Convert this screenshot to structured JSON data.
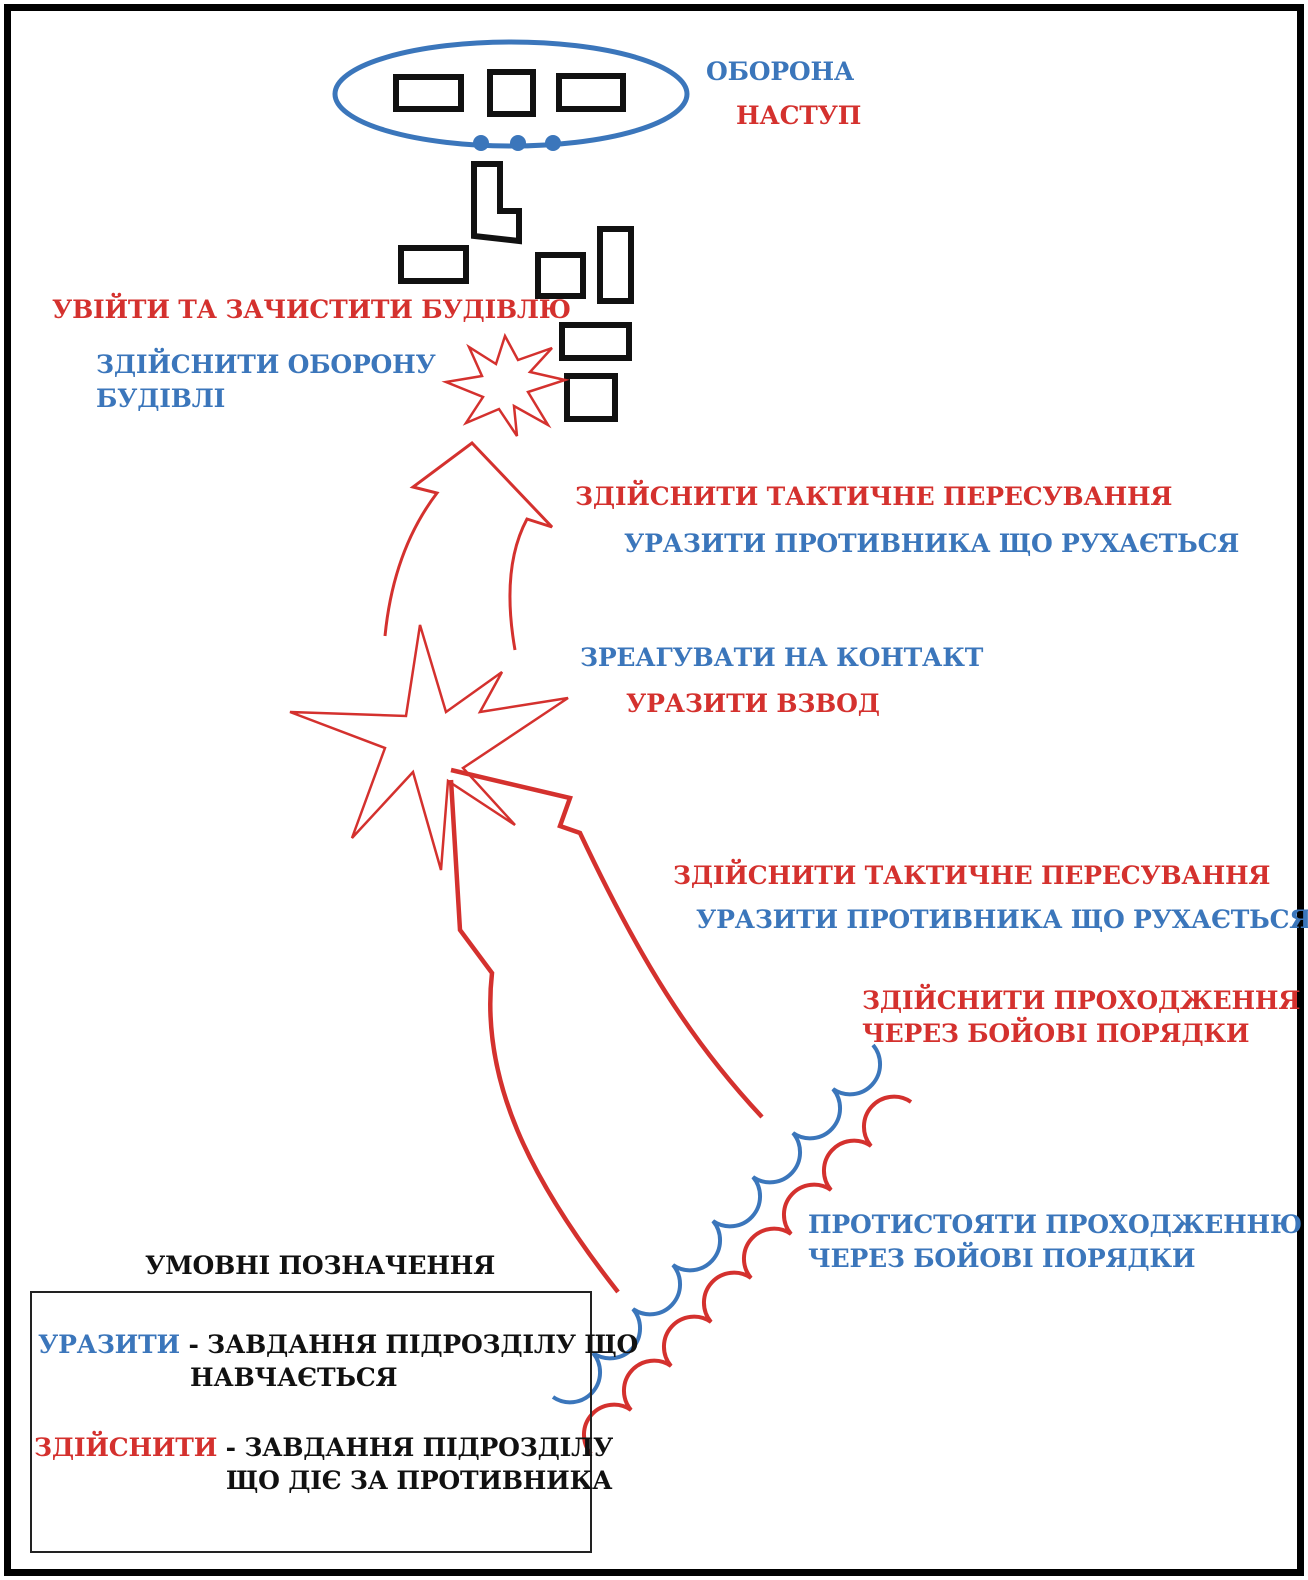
{
  "colors": {
    "attack": "#d4312e",
    "defense": "#3b76bb",
    "buildings": "#111111",
    "frame": "#000000"
  },
  "labels": {
    "defense": "ОБОРОНА",
    "attack": "НАСТУП",
    "enter_clear": "УВІЙТИ ТА ЗАЧИСТИТИ БУДІВЛЮ",
    "defend_building_1": "ЗДІЙСНИТИ ОБОРОНУ",
    "defend_building_2": "БУДІВЛІ",
    "tactical_move_1": "ЗДІЙСНИТИ ТАКТИЧНЕ ПЕРЕСУВАННЯ",
    "engage_moving_1": "УРАЗИТИ ПРОТИВНИКА ЩО РУХАЄТЬСЯ",
    "react_contact": "ЗРЕАГУВАТИ НА КОНТАКТ",
    "engage_platoon": "УРАЗИТИ ВЗВОД",
    "tactical_move_2": "ЗДІЙСНИТИ ТАКТИЧНЕ ПЕРЕСУВАННЯ",
    "engage_moving_2": "УРАЗИТИ ПРОТИВНИКА ЩО РУХАЄТЬСЯ",
    "passage_1": "ЗДІЙСНИТИ ПРОХОДЖЕННЯ",
    "passage_2": "ЧЕРЕЗ БОЙОВІ ПОРЯДКИ",
    "counter_passage_1": "ПРОТИСТОЯТИ ПРОХОДЖЕННЮ",
    "counter_passage_2": "ЧЕРЕЗ БОЙОВІ ПОРЯДКИ"
  },
  "legend": {
    "title": "УМОВНІ ПОЗНАЧЕННЯ",
    "blue_word": "УРАЗИТИ",
    "blue_desc_1": " - ЗАВДАННЯ ПІДРОЗДІЛУ ЩО",
    "blue_desc_2": "НАВЧАЄТЬСЯ",
    "red_word": "ЗДІЙСНИТИ",
    "red_desc_1": " - ЗАВДАННЯ ПІДРОЗДІЛУ",
    "red_desc_2": "ЩО ДІЄ ЗА ПРОТИВНИКА"
  }
}
